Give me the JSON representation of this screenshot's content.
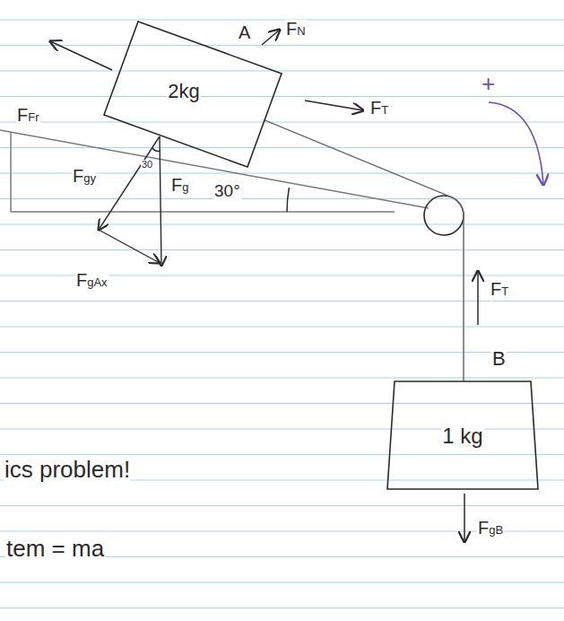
{
  "diagram": {
    "nodes": [
      {
        "text": [
          "A",
          "2kg"
        ]
      },
      {
        "text": [
          "B",
          "1 kg"
        ]
      }
    ],
    "edges": [
      {
        "from": 0,
        "to": 1,
        "arrow": "none"
      }
    ],
    "labels": [
      "FN",
      "FFr",
      "FT",
      "+",
      "Fgy",
      "30",
      "Fg",
      "30°",
      "FgAx",
      "FT",
      "FgB",
      "ics problem!",
      "tem = ma"
    ]
  }
}
